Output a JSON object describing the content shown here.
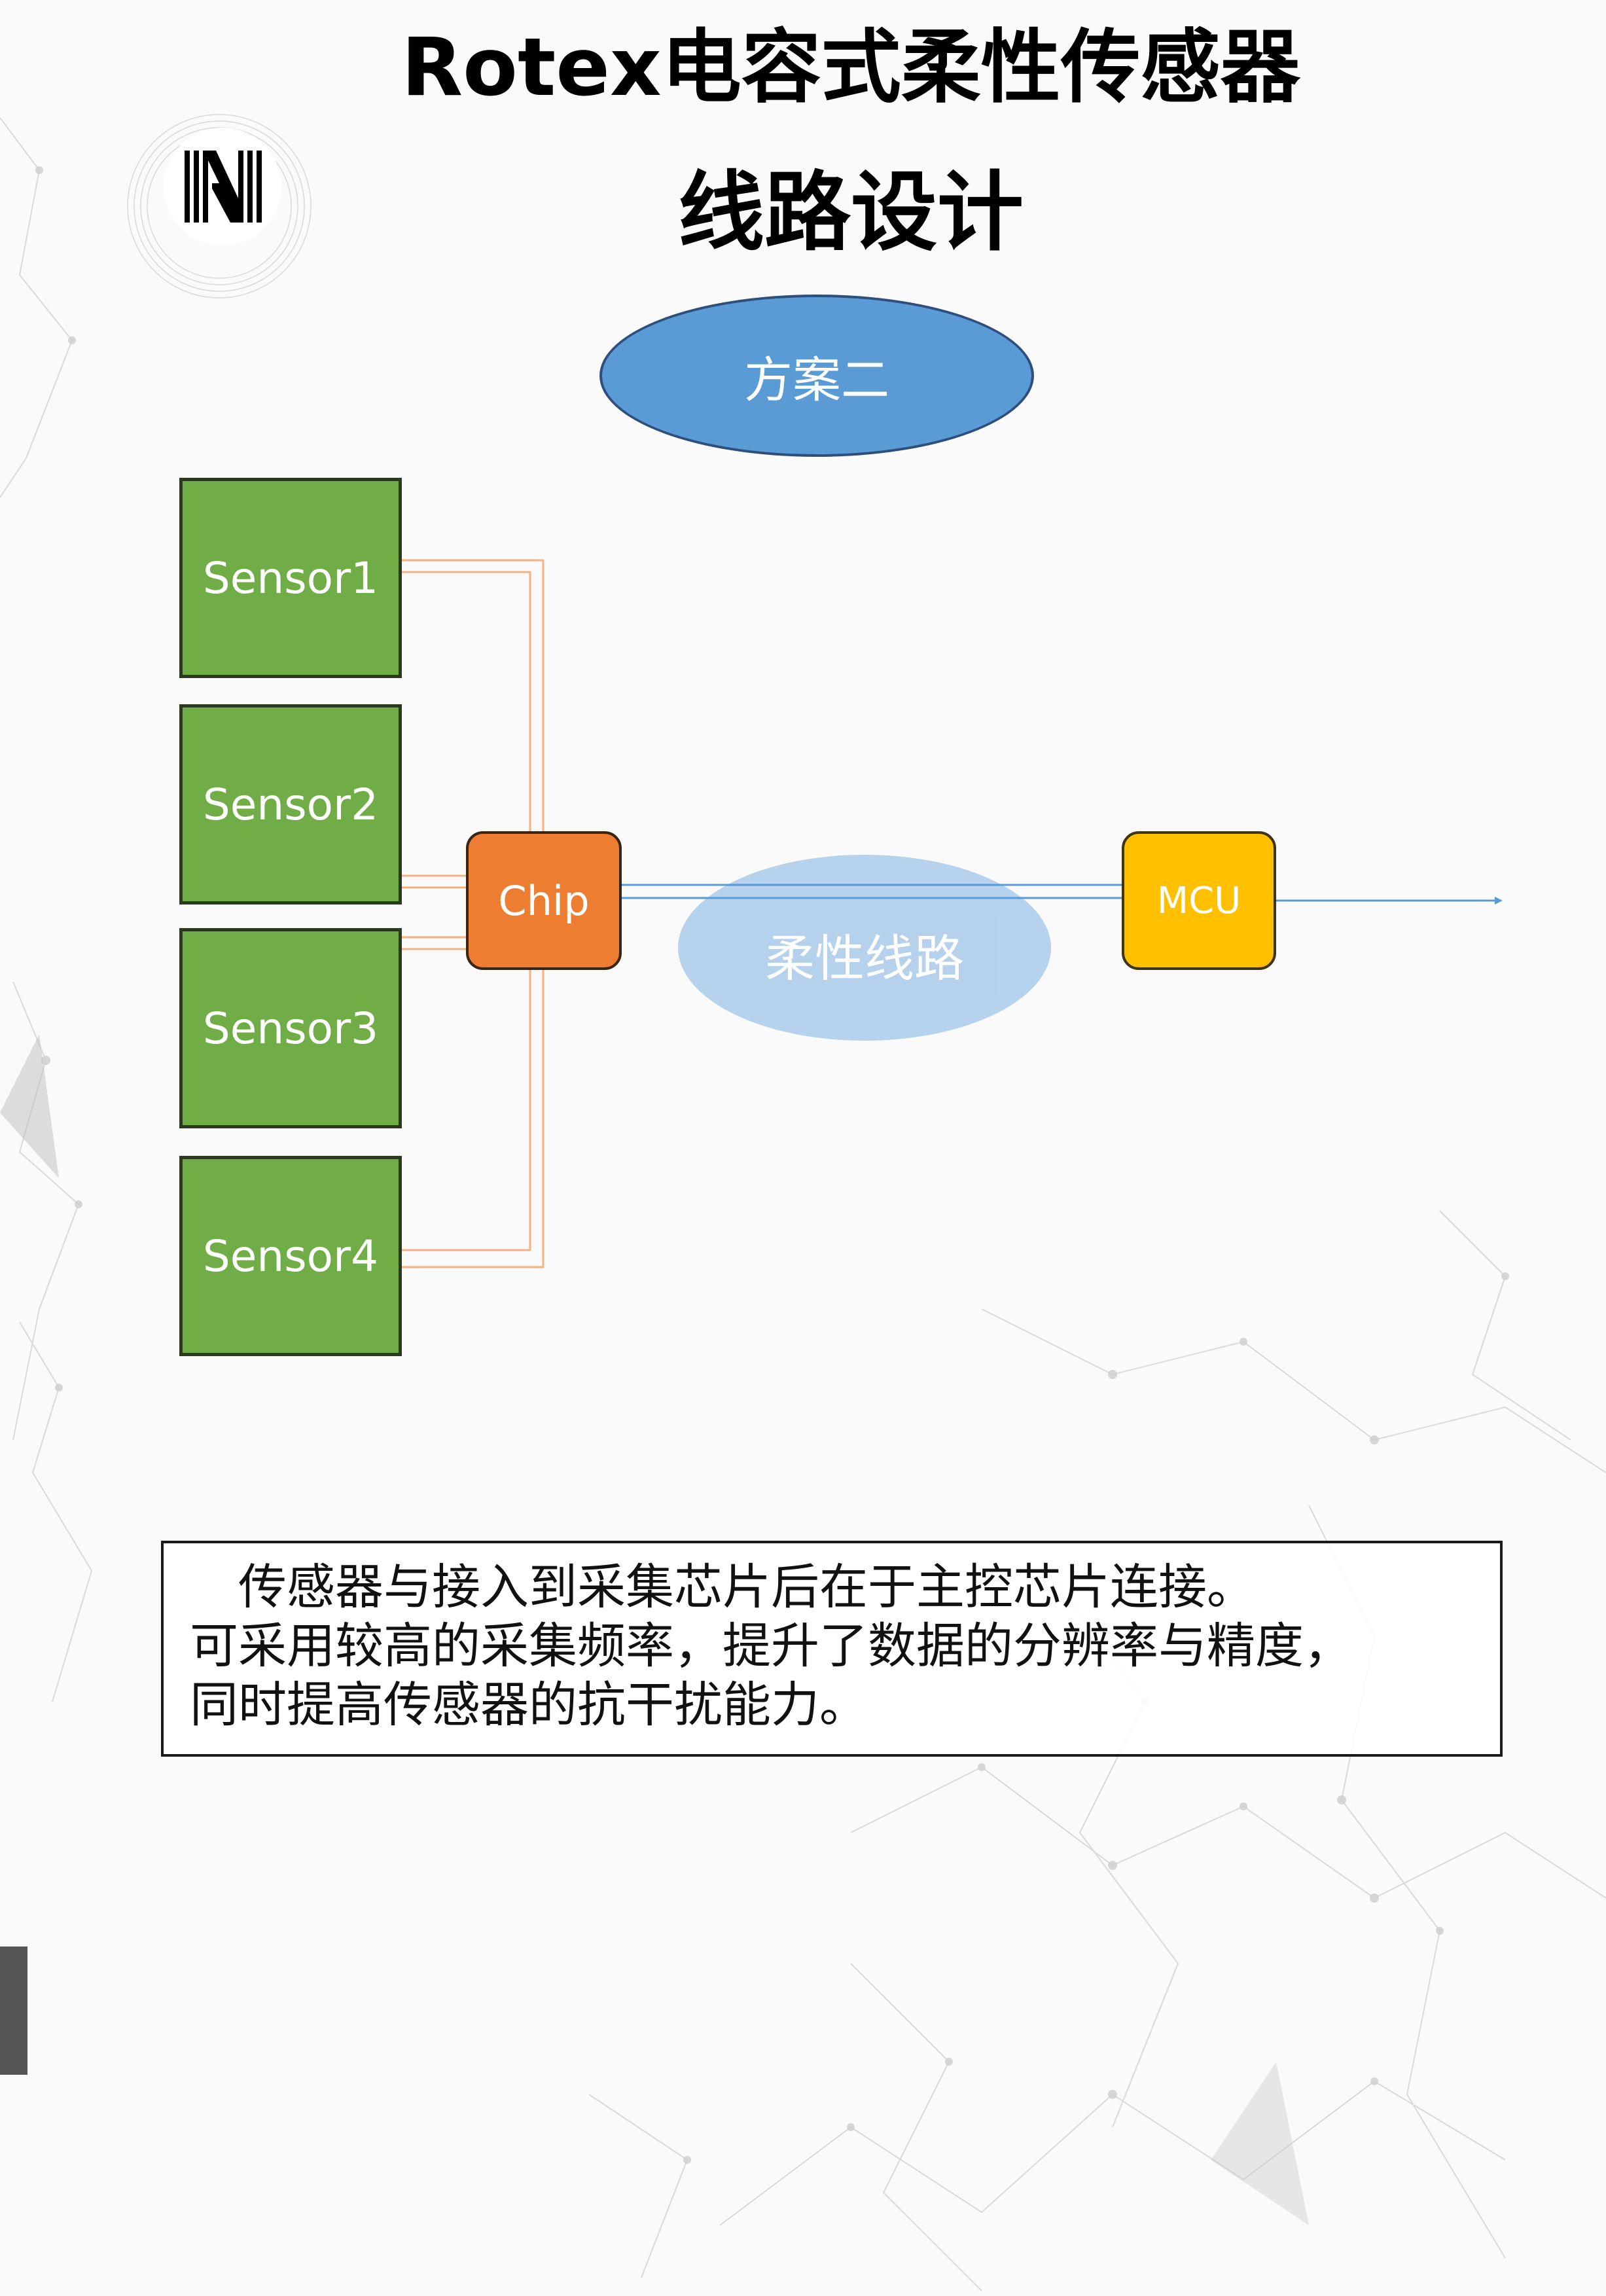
{
  "header": {
    "title_line1": "Rotex电容式柔性传感器",
    "title_line2": "线路设计"
  },
  "diagram": {
    "plan_label": "方案二",
    "sensors": [
      {
        "label": "Sensor1"
      },
      {
        "label": "Sensor2"
      },
      {
        "label": "Sensor3"
      },
      {
        "label": "Sensor4"
      }
    ],
    "chip_label": "Chip",
    "mcu_label": "MCU",
    "flex_circuit_label": "柔性线路",
    "colors": {
      "sensor_fill": "#70ad47",
      "chip_fill": "#ed7d31",
      "mcu_fill": "#ffc000",
      "plan_fill": "#5b9bd5",
      "flex_fill": "#a9cae9",
      "wire_orange": "#f4b183",
      "wire_blue": "#5b9bd5"
    }
  },
  "description": {
    "line1": "传感器与接入到采集芯片后在于主控芯片连接。",
    "line2": "可采用较高的采集频率，提升了数据的分辨率与精度，",
    "line3": "同时提高传感器的抗干扰能力。"
  },
  "icons": {
    "logo": "rotex-logo-icon"
  }
}
